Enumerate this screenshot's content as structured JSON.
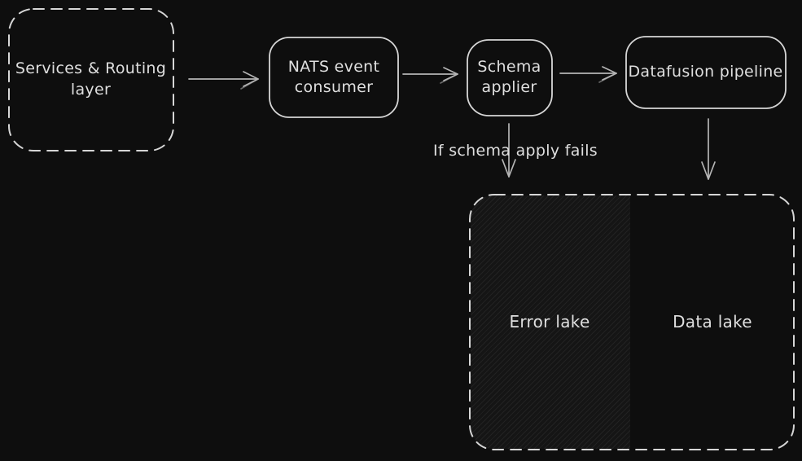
{
  "canvas": {
    "background": "#0e0e0e",
    "box_stroke_color": "#d6d6d6",
    "arrow_color": "#b5b5b5",
    "text_color": "#dfdfdf",
    "hatch_fill_base": "#151515"
  },
  "nodes": {
    "services": {
      "label": "Services & Routing layer",
      "shape": "dashed-rounded-rectangle"
    },
    "nats": {
      "label": "NATS event consumer",
      "shape": "rounded-rectangle"
    },
    "schema": {
      "label": "Schema applier",
      "shape": "rounded-rectangle"
    },
    "datafusion": {
      "label": "Datafusion pipeline",
      "shape": "rounded-rectangle"
    },
    "lake_container": {
      "shape": "dashed-rounded-rectangle"
    },
    "error_lake": {
      "label": "Error lake",
      "fill": "hachure"
    },
    "data_lake": {
      "label": "Data lake",
      "fill": "none"
    }
  },
  "edges": {
    "services_to_nats": {
      "from": "services",
      "to": "nats"
    },
    "nats_to_schema": {
      "from": "nats",
      "to": "schema"
    },
    "schema_to_datafusion": {
      "from": "schema",
      "to": "datafusion"
    },
    "schema_to_error_lake": {
      "from": "schema",
      "to": "error_lake",
      "label": "If schema apply fails"
    },
    "datafusion_to_data_lake": {
      "from": "datafusion",
      "to": "data_lake"
    }
  }
}
